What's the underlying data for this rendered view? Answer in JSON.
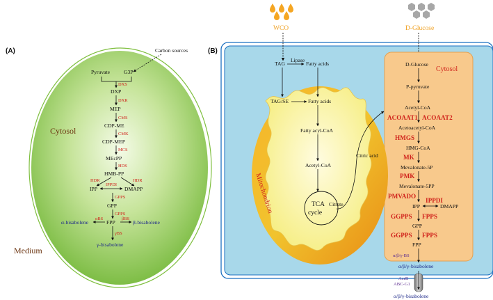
{
  "panel_a": {
    "label": "(A)",
    "carbon_sources": "Carbon sources",
    "cytosol": "Cytosol",
    "medium": "Medium",
    "pyruvate": "Pyruvate",
    "g3p": "G3P",
    "dxs": "DXS",
    "dxp": "DXP",
    "dxr": "DXR",
    "mep": "MEP",
    "cms": "CMS",
    "cdp_me": "CDP-ME",
    "cmk": "CMK",
    "cdp_mep": "CDP-MEP",
    "mcs": "MCS",
    "mecpp": "MEcPP",
    "hds": "HDS",
    "hmb_pp": "HMB-PP",
    "hdr_left": "HDR",
    "hdr_right": "HDR",
    "ipp": "IPP",
    "ippdi": "IPPDI",
    "dmapp": "DMAPP",
    "gpps1": "GPPS",
    "gpp": "GPP",
    "gpps2": "GPPS",
    "fpp": "FPP",
    "abs": "αBS",
    "bbs": "βBS",
    "gbs": "γBS",
    "alpha": "α-bisabolene",
    "beta": "β-bisabolene",
    "gamma": "γ-bisabolene"
  },
  "panel_b": {
    "label": "(B)",
    "wco": "WCO",
    "dglucose_top": "D-Glucose",
    "tag": "TAG",
    "lipase": "Lipase",
    "fatty_acids_1": "Fatty acids",
    "tag_se": "TAG/SE",
    "fatty_acids_2": "Fatty acids",
    "fatty_acyl_coa": "Fatty acyl-CoA",
    "acetyl_coa_mito": "Acetyl-CoA",
    "tca_1": "TCA",
    "tca_2": "cycle",
    "citrate": "Citrate",
    "citric_acid": "Citric acid",
    "mitochondrion": "Mitochondrion",
    "cytosol": "Cytosol",
    "dglucose": "D-Glucose",
    "p_pyruvate": "P-pyruvate",
    "acetyl_coa": "Acetyl-CoA",
    "acoaat1": "ACOAAT1",
    "acoaat2": "ACOAAT2",
    "acetoacetyl_coa": "Acetoacetyl-CoA",
    "hmgs": "HMGS",
    "hmg_coa": "HMG-CoA",
    "mk": "MK",
    "mevalonate_5p": "Mevalonate-5P",
    "pmk": "PMK",
    "mevalonate_5pp": "Mevalonate-5PP",
    "pmvado": "PMVADO",
    "ippdi": "IPPDI",
    "ipp": "IPP",
    "dmapp": "DMAPP",
    "ggpps1": "GGPPS",
    "fpps1": "FPPS",
    "gpp": "GPP",
    "ggpps2": "GGPPS",
    "fpps2": "FPPS",
    "fpp": "FPP",
    "bs": "α/β/γ-BS",
    "product_in": "α/β/γ-bisabolene",
    "acrb": "AcrB",
    "abc_g1": "ABC-G1",
    "product_out": "α/β/γ-bisabolene"
  },
  "colors": {
    "red": "#d0231c",
    "orange": "#f0a020",
    "membrane_blue": "#1b6fc0",
    "cell_fill": "#a8d8ea",
    "cytosol_fill": "#f8c98c",
    "mito_outer": "#f29d18",
    "mito_inner": "#fbf6a6",
    "green_ellipse": "#7fbf3f",
    "product_blue": "#1f2a8a",
    "exporter_purple": "#5b2b8f"
  }
}
